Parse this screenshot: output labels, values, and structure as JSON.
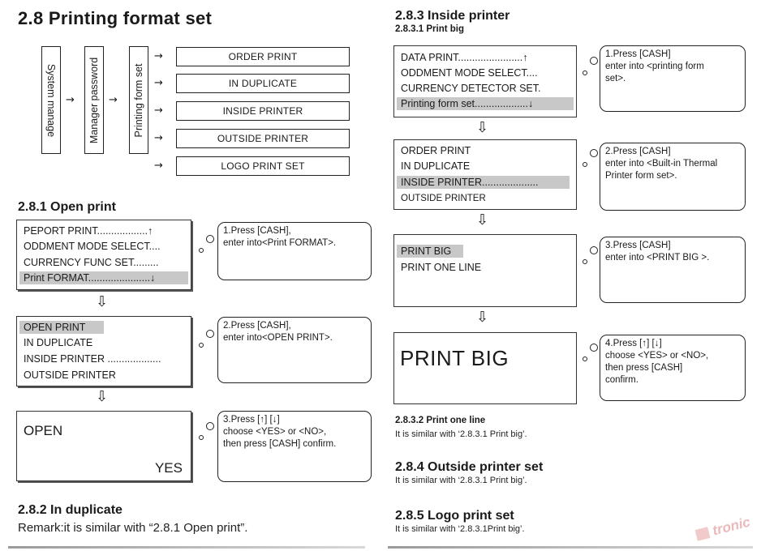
{
  "left": {
    "title": "2.8 Printing format set",
    "flow": {
      "system": "System manage",
      "manager": "Manager password",
      "printing": "Printing form set",
      "arrow": "→",
      "options": [
        "ORDER PRINT",
        "IN DUPLICATE",
        "INSIDE PRINTER",
        "OUTSIDE PRINTER",
        "LOGO PRINT SET"
      ]
    },
    "open_print": {
      "heading": "2.8.1 Open print",
      "screen1": [
        "PEPORT PRINT..................↑",
        "ODDMENT MODE SELECT....",
        "CURRENCY FUNC SET.........",
        "Print FORMAT......................↓"
      ],
      "bubble1": [
        "1.Press [CASH],",
        "enter into<Print FORMAT>."
      ],
      "screen2": [
        "OPEN  PRINT",
        "IN DUPLICATE",
        "INSIDE PRINTER ...................",
        "OUTSIDE PRINTER"
      ],
      "bubble2": [
        "2.Press  [CASH],",
        "enter into<OPEN PRINT>."
      ],
      "screen3_top": "OPEN",
      "screen3_bottom": "YES",
      "bubble3": [
        "3.Press [↑] [↓]",
        "choose <YES> or <NO>,",
        "then press  [CASH]  confirm."
      ]
    },
    "duplicate": {
      "heading": "2.8.2 In duplicate",
      "text": "Remark:it is similar with “2.8.1 Open print”."
    }
  },
  "right": {
    "inside": {
      "heading": "2.8.3 Inside printer",
      "subheading": "2.8.3.1 Print big",
      "screen1": [
        "DATA  PRINT.......................↑",
        "ODDMENT MODE SELECT....",
        "CURRENCY DETECTOR SET.",
        "Printing form set...................↓"
      ],
      "bubble1": [
        "1.Press  [CASH]",
        "enter into <printing form",
        "set>."
      ],
      "screen2": [
        "ORDER PRINT",
        "IN DUPLICATE",
        "INSIDE PRINTER....................",
        "OUTSIDE PRINTER"
      ],
      "bubble2": [
        "2.Press  [CASH]",
        "enter into <Built-in Thermal",
        "Printer form set>."
      ],
      "screen3": [
        "PRINT BIG",
        "PRINT ONE LINE"
      ],
      "bubble3": [
        "3.Press  [CASH]",
        "enter into <PRINT BIG >."
      ],
      "screen4": "PRINT BIG",
      "bubble4": [
        "4.Press  [↑]  [↓]",
        "choose <YES> or <NO>,",
        "then press  [CASH]",
        "confirm."
      ],
      "oneline_heading": "2.8.3.2 Print one line",
      "oneline_text": "It is similar with ‘2.8.3.1 Print big’."
    },
    "outside": {
      "heading": "2.8.4 Outside printer set",
      "text": "It is similar with ‘2.8.3.1 Print big’."
    },
    "logo": {
      "heading": "2.8.5 Logo print set",
      "text": "It is similar with ‘2.8.3.1Print big’."
    },
    "watermark": "tronic"
  },
  "down_arrow": "⇩"
}
